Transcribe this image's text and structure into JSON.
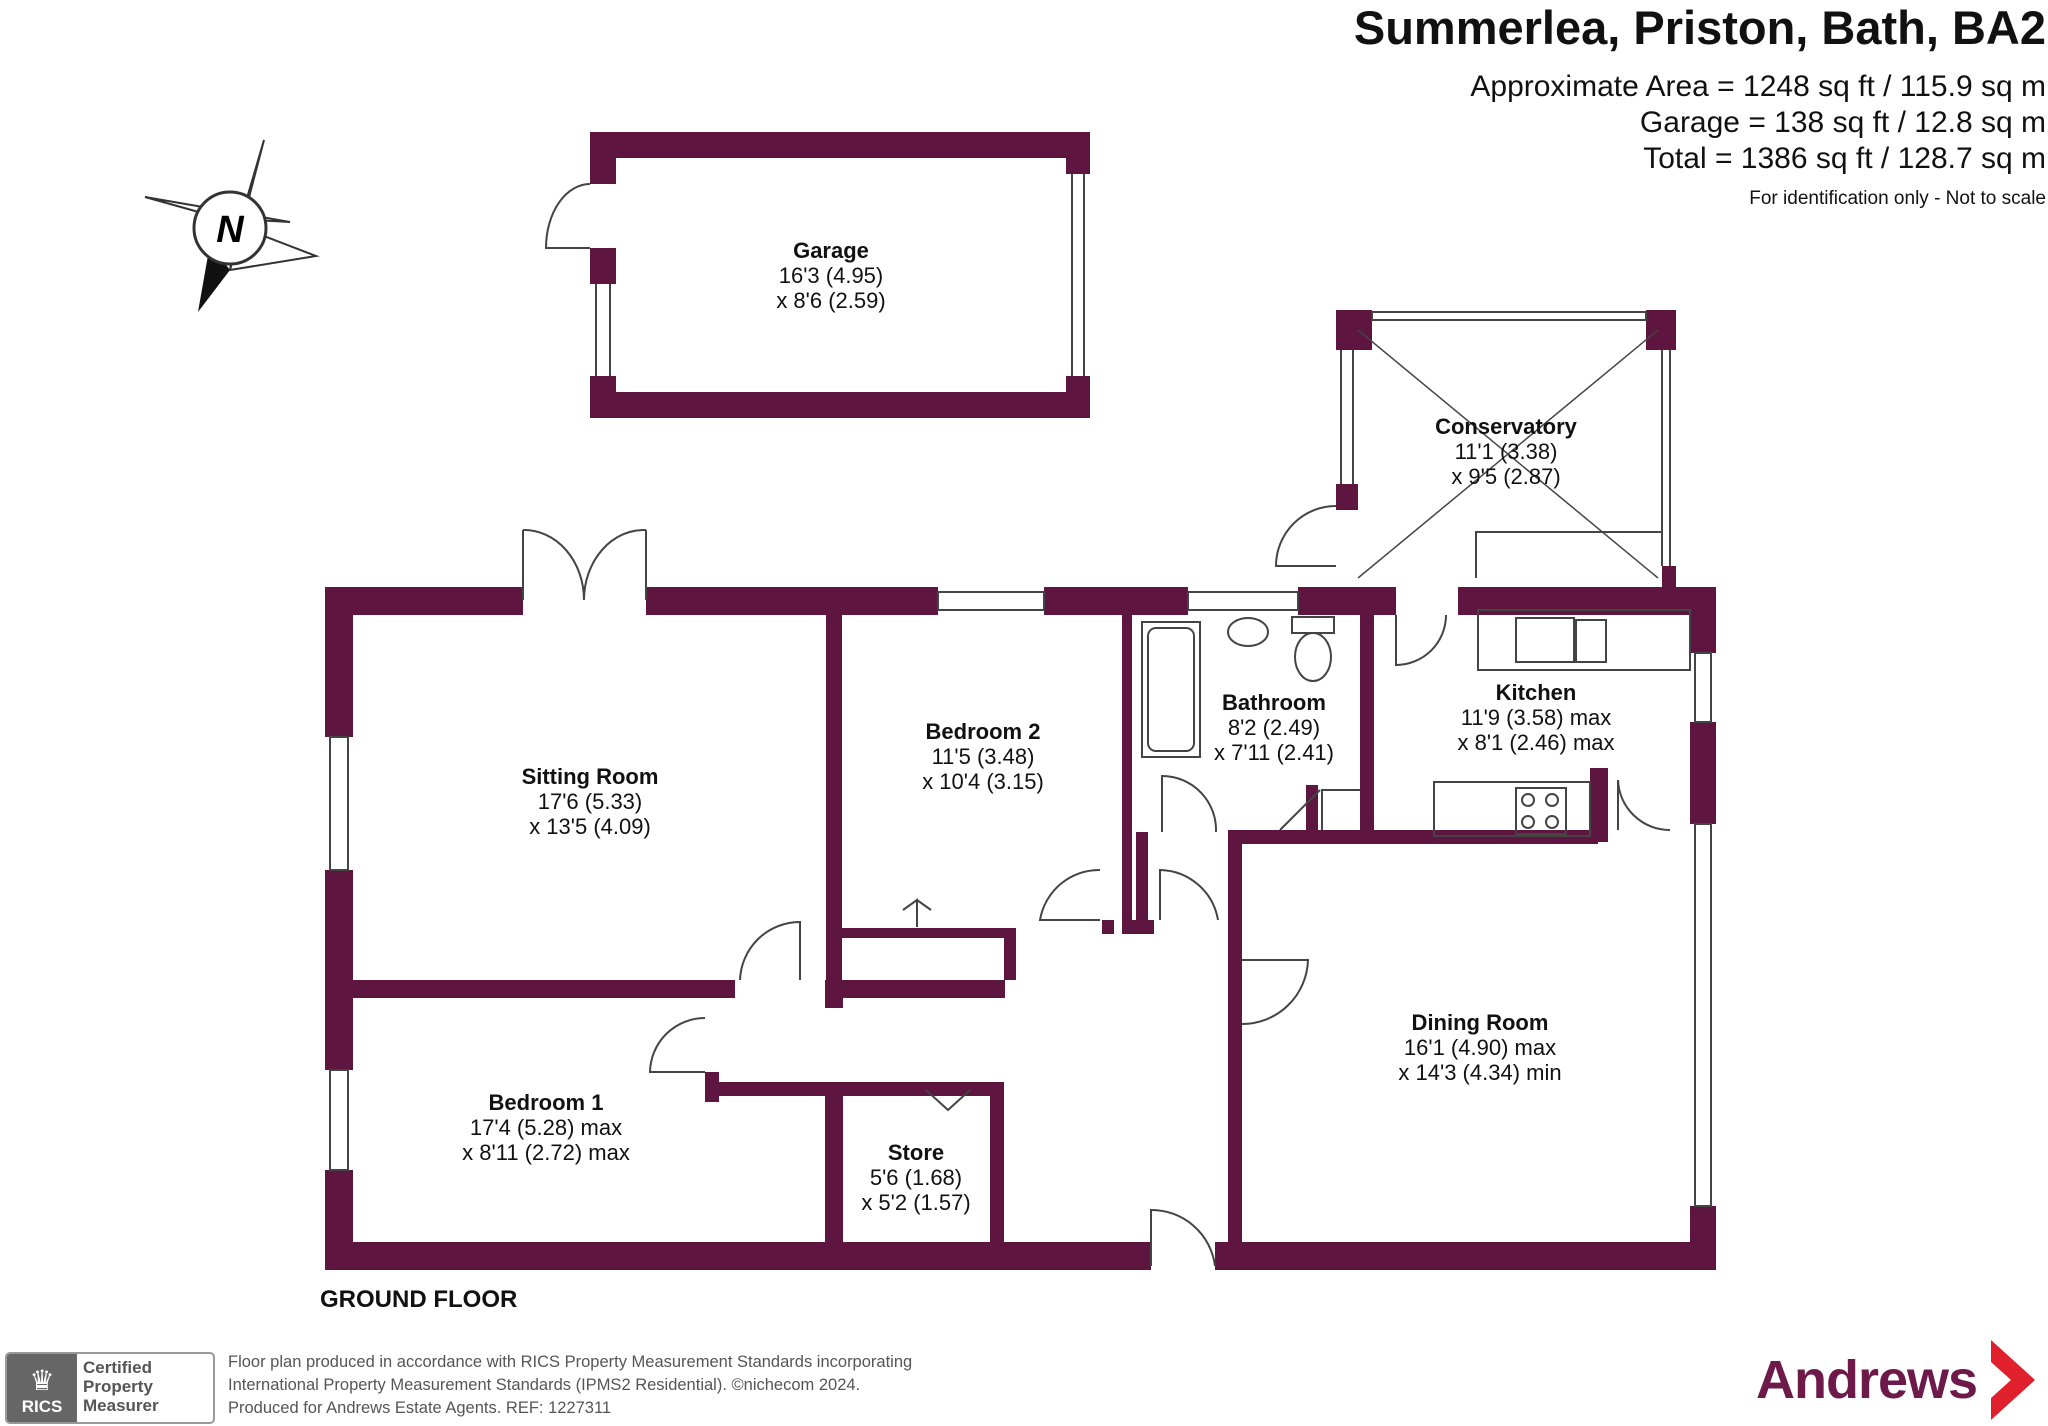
{
  "header": {
    "title": "Summerlea, Priston, Bath, BA2",
    "area_main": "Approximate Area = 1248 sq ft / 115.9 sq m",
    "area_garage": "Garage = 138 sq ft / 12.8 sq m",
    "area_total": "Total = 1386 sq ft / 128.7 sq m",
    "note": "For identification only - Not to scale"
  },
  "compass": {
    "label": "N"
  },
  "floor_label": "GROUND FLOOR",
  "rooms": {
    "garage": {
      "name": "Garage",
      "dim1": "16'3 (4.95)",
      "dim2": "x 8'6 (2.59)"
    },
    "conservatory": {
      "name": "Conservatory",
      "dim1": "11'1 (3.38)",
      "dim2": "x 9'5 (2.87)"
    },
    "sitting_room": {
      "name": "Sitting Room",
      "dim1": "17'6 (5.33)",
      "dim2": "x 13'5 (4.09)"
    },
    "bedroom2": {
      "name": "Bedroom 2",
      "dim1": "11'5 (3.48)",
      "dim2": "x 10'4 (3.15)"
    },
    "bathroom": {
      "name": "Bathroom",
      "dim1": "8'2 (2.49)",
      "dim2": "x 7'11 (2.41)"
    },
    "kitchen": {
      "name": "Kitchen",
      "dim1": "11'9 (3.58) max",
      "dim2": "x 8'1 (2.46) max"
    },
    "dining_room": {
      "name": "Dining Room",
      "dim1": "16'1 (4.90) max",
      "dim2": "x 14'3 (4.34) min"
    },
    "bedroom1": {
      "name": "Bedroom 1",
      "dim1": "17'4 (5.28) max",
      "dim2": "x 8'11 (2.72) max"
    },
    "store": {
      "name": "Store",
      "dim1": "5'6 (1.68)",
      "dim2": "x 5'2 (1.57)"
    }
  },
  "rics": {
    "abbr": "RICS",
    "line1": "Certified",
    "line2": "Property",
    "line3": "Measurer"
  },
  "footer": {
    "line1": "Floor plan produced in accordance with RICS Property Measurement Standards incorporating",
    "line2": "International Property Measurement Standards (IPMS2 Residential).   ©nichecom 2024.",
    "line3": "Produced for Andrews Estate Agents.   REF:  1227311"
  },
  "brand": {
    "name": "Andrews"
  },
  "colors": {
    "wall": "#5e1640",
    "brand": "#6d1a4b",
    "arrow": "#e0202d"
  }
}
